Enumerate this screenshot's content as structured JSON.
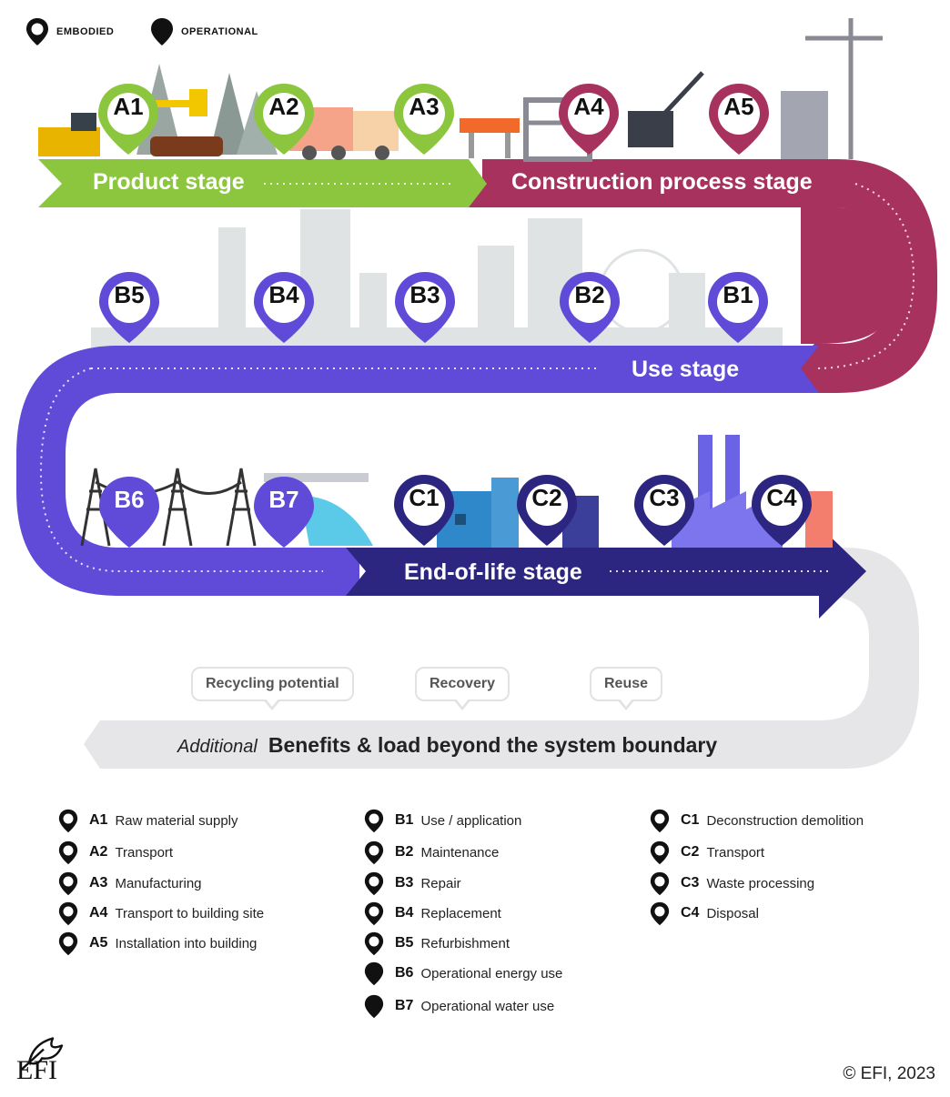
{
  "legend_top": {
    "embodied": "EMBODIED",
    "operational": "OPERATIONAL"
  },
  "stages": {
    "product": "Product stage",
    "construction": "Construction process stage",
    "use": "Use stage",
    "end_of_life": "End-of-life stage"
  },
  "pins": {
    "A1": "A1",
    "A2": "A2",
    "A3": "A3",
    "A4": "A4",
    "A5": "A5",
    "B1": "B1",
    "B2": "B2",
    "B3": "B3",
    "B4": "B4",
    "B5": "B5",
    "B6": "B6",
    "B7": "B7",
    "C1": "C1",
    "C2": "C2",
    "C3": "C3",
    "C4": "C4"
  },
  "beyond": {
    "bubbles": [
      "Recycling potential",
      "Recovery",
      "Reuse"
    ],
    "prefix": "Additional",
    "title": "Benefits & load beyond the system boundary"
  },
  "legend": {
    "col_a": [
      {
        "code": "A1",
        "text": "Raw material supply",
        "type": "embodied"
      },
      {
        "code": "A2",
        "text": "Transport",
        "type": "embodied"
      },
      {
        "code": "A3",
        "text": "Manufacturing",
        "type": "embodied"
      },
      {
        "code": "A4",
        "text": "Transport to building site",
        "type": "embodied"
      },
      {
        "code": "A5",
        "text": "Installation into building",
        "type": "embodied"
      }
    ],
    "col_b": [
      {
        "code": "B1",
        "text": "Use / application",
        "type": "embodied"
      },
      {
        "code": "B2",
        "text": "Maintenance",
        "type": "embodied"
      },
      {
        "code": "B3",
        "text": "Repair",
        "type": "embodied"
      },
      {
        "code": "B4",
        "text": "Replacement",
        "type": "embodied"
      },
      {
        "code": "B5",
        "text": "Refurbishment",
        "type": "embodied"
      },
      {
        "code": "B6",
        "text": "Operational energy use",
        "type": "operational"
      },
      {
        "code": "B7",
        "text": "Operational water use",
        "type": "operational"
      }
    ],
    "col_c": [
      {
        "code": "C1",
        "text": "Deconstruction demolition",
        "type": "embodied"
      },
      {
        "code": "C2",
        "text": "Transport",
        "type": "embodied"
      },
      {
        "code": "C3",
        "text": "Waste processing",
        "type": "embodied"
      },
      {
        "code": "C4",
        "text": "Disposal",
        "type": "embodied"
      }
    ]
  },
  "logo_text": "EFI",
  "copyright": "© EFI, 2023",
  "colors": {
    "product_green": "#8cc63f",
    "construction_magenta": "#a8325e",
    "use_purple": "#5f4bd8",
    "eol_navy": "#2d2680",
    "beyond_gray": "#e6e6e8"
  }
}
